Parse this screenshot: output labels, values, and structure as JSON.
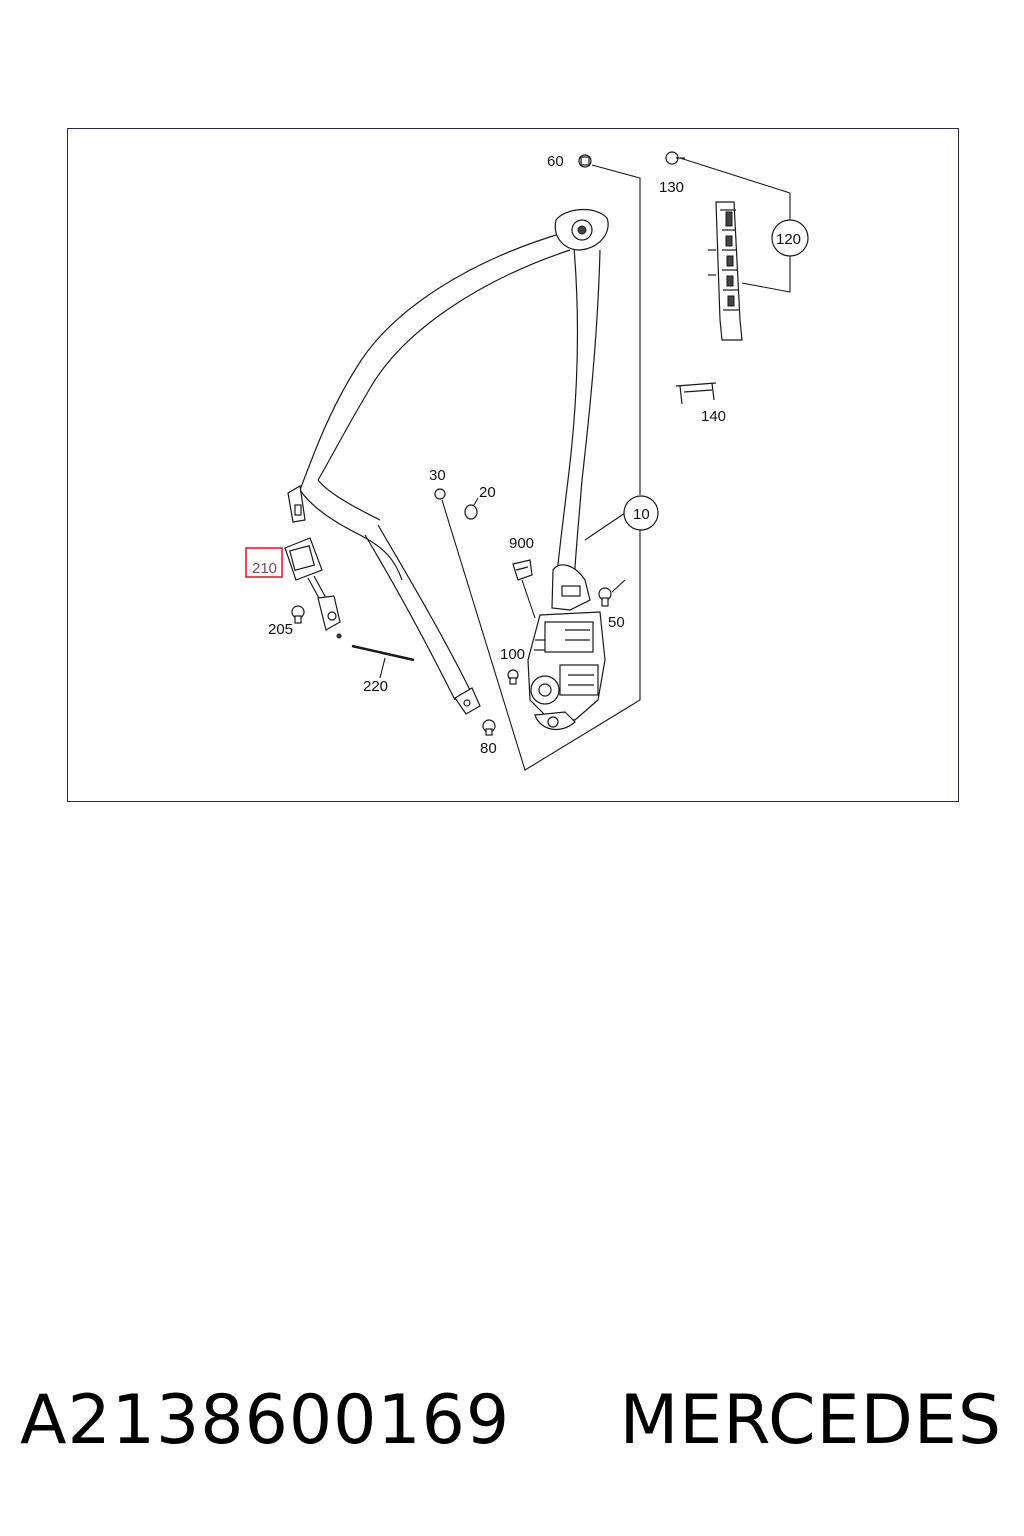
{
  "diagram": {
    "callouts": {
      "c10": "10",
      "c20": "20",
      "c30": "30",
      "c50": "50",
      "c60": "60",
      "c80": "80",
      "c100": "100",
      "c120": "120",
      "c130": "130",
      "c140": "140",
      "c205": "205",
      "c210": "210",
      "c220": "220",
      "c900": "900"
    },
    "highlighted_callout": "210",
    "colors": {
      "frame": "#2a2a4a",
      "highlight": "#e0212a",
      "line": "#1a1a1a"
    }
  },
  "footer": {
    "part_number": "A2138600169",
    "brand": "MERCEDES"
  }
}
